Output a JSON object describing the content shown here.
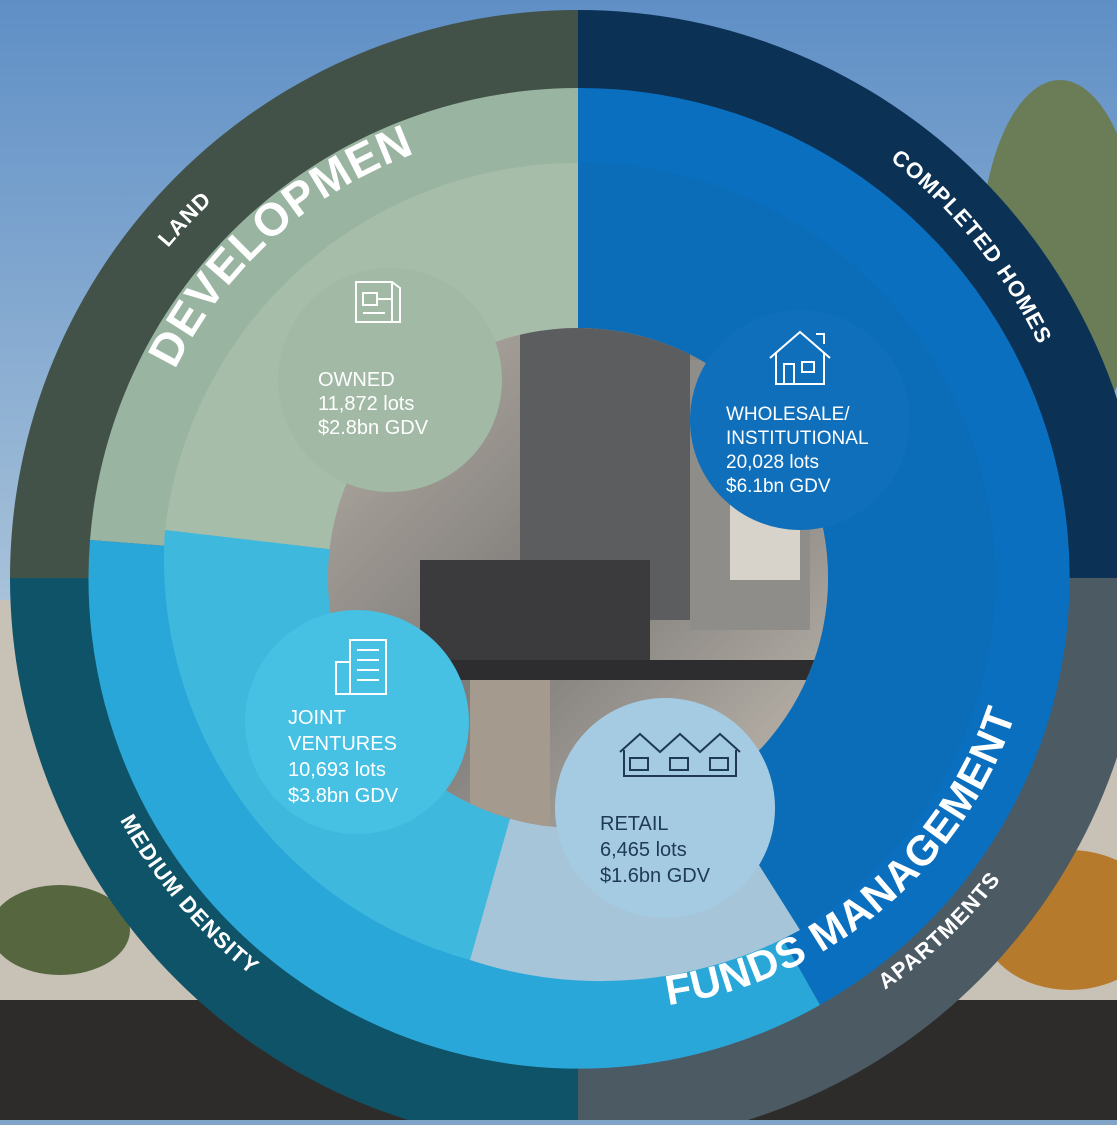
{
  "outer_ring": {
    "land": "LAND",
    "completed_homes": "COMPLETED HOMES",
    "medium_density": "MEDIUM DENSITY",
    "apartments": "APARTMENTS"
  },
  "middle_ring": {
    "development": "DEVELOPMENT",
    "funds_management": "FUNDS MANAGEMENT"
  },
  "bubbles": {
    "owned": {
      "line1": "OWNED",
      "lots": "11,872 lots",
      "gdv": "$2.8bn GDV",
      "icon": "floor-plan-icon"
    },
    "wholesale": {
      "line1": "WHOLESALE/",
      "line2": "INSTITUTIONAL",
      "lots": "20,028 lots",
      "gdv": "$6.1bn GDV",
      "icon": "house-icon"
    },
    "joint_ventures": {
      "line1": "JOINT",
      "line2": "VENTURES",
      "lots": "10,693 lots",
      "gdv": "$3.8bn GDV",
      "icon": "building-icon"
    },
    "retail": {
      "line1": "RETAIL",
      "lots": "6,465 lots",
      "gdv": "$1.6bn GDV",
      "icon": "townhouses-icon"
    }
  },
  "colors": {
    "land": "#425248",
    "completed_homes": "#0b3155",
    "medium_density": "#0e5367",
    "apartments": "#4c5a64",
    "development_band": "#99b4a0",
    "funds_band_blue": "#0a6fbf",
    "funds_band_light": "#2aa7d9",
    "owned_bubble": "#a2b9a5",
    "wholesale_bubble": "#0f6fbb",
    "jv_bubble": "#46c0e3",
    "retail_bubble": "#a5cbe2"
  }
}
